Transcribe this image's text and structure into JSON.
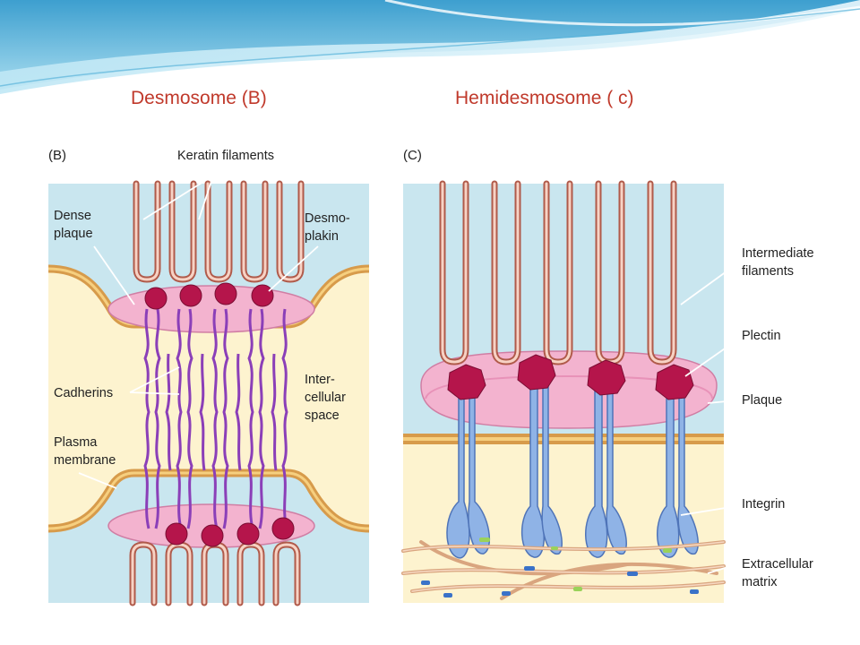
{
  "slide": {
    "title_left": "Desmosome (B)",
    "title_right": "Hemidesmosome ( c)"
  },
  "panel_b": {
    "letter": "(B)",
    "labels": {
      "keratin": "Keratin filaments",
      "dense_1": "Dense",
      "dense_2": "plaque",
      "desmo_1": "Desmo-",
      "desmo_2": "plakin",
      "cadherins": "Cadherins",
      "inter_1": "Inter-",
      "inter_2": "cellular",
      "inter_3": "space",
      "plasma_1": "Plasma",
      "plasma_2": "membrane"
    }
  },
  "panel_c": {
    "letter": "(C)",
    "labels": {
      "inter_fil_1": "Intermediate",
      "inter_fil_2": "filaments",
      "plectin": "Plectin",
      "plaque": "Plaque",
      "integrin": "Integrin",
      "ecm_1": "Extracellular",
      "ecm_2": "matrix"
    }
  },
  "colors": {
    "title": "#c0392b",
    "cytoplasm_blue": "#c9e6ef",
    "extracellular_cream": "#fdf3cf",
    "plaque_pink": "#f3b3cf",
    "desmoplakin_red": "#b5154b",
    "cadherin_purple": "#8b3fb8",
    "integrin_blue": "#8fb3e6",
    "filament_outline": "#b05a4a"
  }
}
